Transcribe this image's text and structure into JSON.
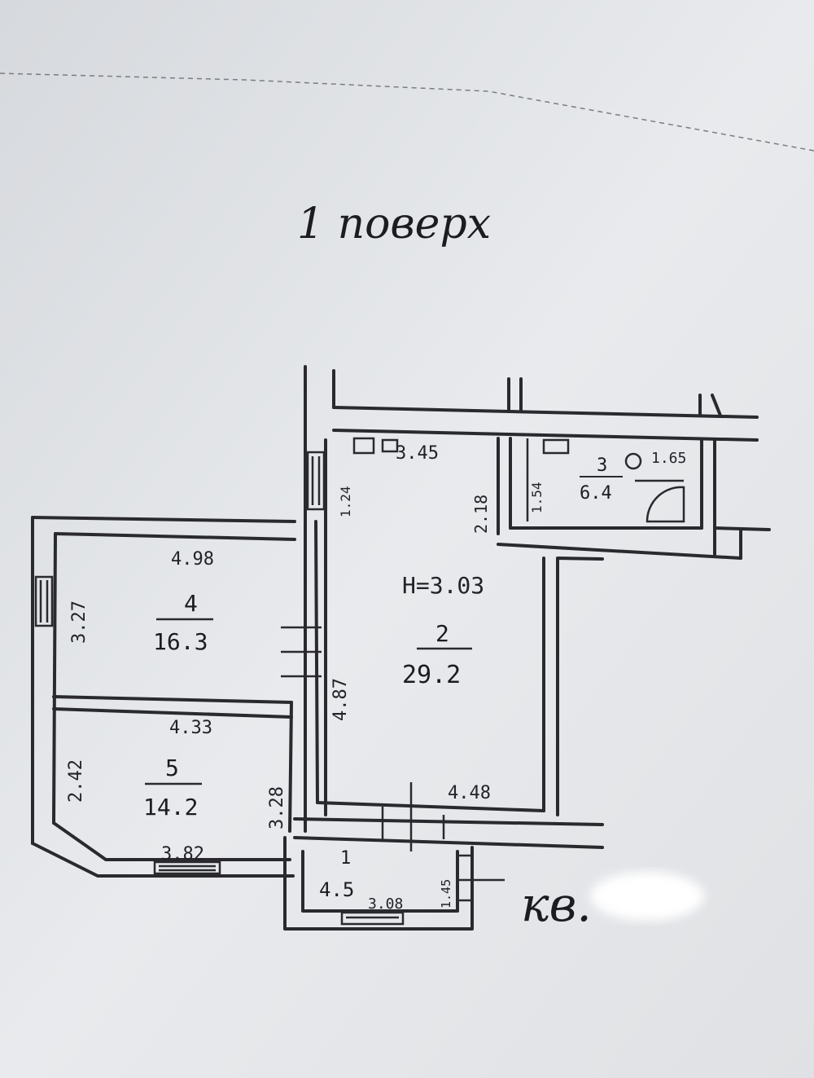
{
  "floor_title": "1 поверх",
  "apartment_label": "кв.",
  "ceiling_height": "H=3.03",
  "rooms": [
    {
      "number": "1",
      "area": "4.5"
    },
    {
      "number": "2",
      "area": "29.2"
    },
    {
      "number": "3",
      "area": "6.4"
    },
    {
      "number": "4",
      "area": "16.3"
    },
    {
      "number": "5",
      "area": "14.2"
    }
  ],
  "dimensions": {
    "kitchen_top": "3.45",
    "kitchen_left": "1.24",
    "kitchen_right": "2.18",
    "main_left": "4.87",
    "main_bottom": "4.48",
    "bath_top": "1.65",
    "bath_left": "1.54",
    "room4_top": "4.98",
    "room4_left": "3.27",
    "room5_top": "4.33",
    "room5_left": "2.42",
    "room5_right": "3.28",
    "room5_bottom": "3.82",
    "hall_bottom": "3.08",
    "hall_right": "1.45"
  },
  "colors": {
    "paper": "#e7e9ec",
    "ink": "#1c1c20",
    "redaction": "#ffffff"
  }
}
